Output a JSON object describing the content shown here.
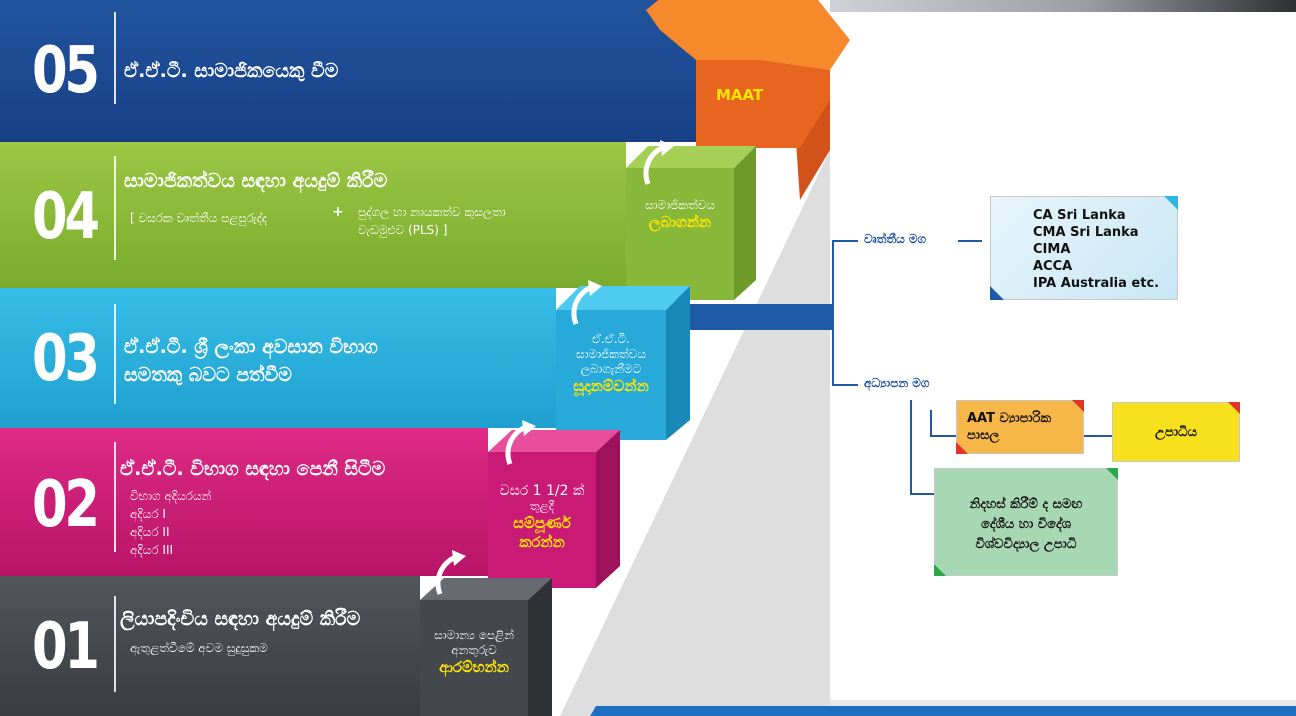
{
  "steps": [
    {
      "num": "05",
      "title": "ඒ.ඒ.ටී. සාමාජිකයෙකු වීම",
      "subs": []
    },
    {
      "num": "04",
      "title": "සාමාජිකත්වය සඳහා අයදුම් කිරීම",
      "subs": [
        "[ වසරක වෘත්තීය පළපුරුද්ද",
        "+",
        "පුද්ගල හා නායකත්ව කුසලතා",
        "වැඩමුළුව (PLS) ]"
      ]
    },
    {
      "num": "03",
      "title": "ඒ.ඒ.ටී. ශ්‍රී ලංකා අවසාන විභාග",
      "title2": "සමතකු බවට පත්වීම",
      "subs": []
    },
    {
      "num": "02",
      "title": "ඒ.ඒ.ටී. විභාග සඳහා පෙනී සිටීම",
      "subs": [
        "විභාග අදියරයන්",
        "අදියර I",
        "අදියර II",
        "අදියර III"
      ]
    },
    {
      "num": "01",
      "title": "ලියාපදිංචිය සඳහා අයදුම් කිරීම",
      "subs": [
        "ඇතුළත්වීමේ අවම සුදුසුකම"
      ]
    }
  ],
  "stairs": {
    "s1": {
      "line1": "සාමාන්‍ය පෙළින්",
      "line2": "අනතුරුව",
      "highlight": "ආරම්භන්න"
    },
    "s2": {
      "line1": "වසර 1 1/2 ක්",
      "line2": "තුළදී",
      "highlight1": "සම්පූර්ණ",
      "highlight2": "කරන්න"
    },
    "s3": {
      "line1": "ඒ.ඒ.ටී.",
      "line2": "සාමාජිකත්වය",
      "line3": "ලබාගැනීමට",
      "highlight": "සූදානම්වන්න"
    },
    "s4": {
      "line1": "සාමාජිකත්වය",
      "highlight": "ලබාගන්න"
    },
    "arrow": "MAAT"
  },
  "paths": {
    "professional": {
      "label": "වෘත්තීය මග",
      "items": [
        "CA Sri Lanka",
        "CMA Sri Lanka",
        "CIMA",
        "ACCA",
        "IPA Australia etc."
      ]
    },
    "academic": {
      "label": "අධ්‍යාපන මග",
      "aat_school": "AAT ව්‍යාපාරික පාසල",
      "degree": "උපාධිය",
      "universities": "නිදහස් කිරීම් ද සමඟ දේශීය හා විදේශ විශ්වවිද්‍යාල උපාධි"
    }
  },
  "colors": {
    "step5": "#1c4a9a",
    "step4": "#8cbd3a",
    "step3": "#2fb5df",
    "step2": "#d2197a",
    "step1": "#45484e",
    "arrow": "#f07022",
    "accent": "#ffe600",
    "line": "#1f5aa6"
  }
}
